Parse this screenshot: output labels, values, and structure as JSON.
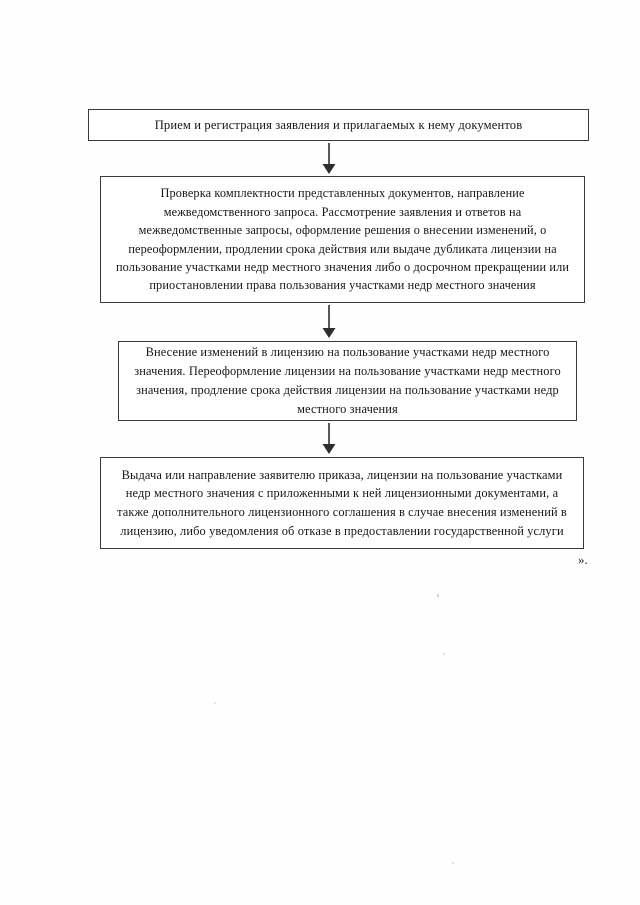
{
  "document": {
    "language": "ru",
    "background_color": "#ffffff",
    "ink_color": "#1b1b1b",
    "closing_mark": "»."
  },
  "flowchart": {
    "type": "flowchart",
    "orientation": "vertical",
    "node_count": 4,
    "connector_count": 3,
    "nodes": [
      {
        "id": "box-1",
        "order": 1,
        "text": "Прием и регистрация заявления и прилагаемых к нему документов"
      },
      {
        "id": "box-2",
        "order": 2,
        "text": "Проверка комплектности представленных документов, направление межведомственного запроса. Рассмотрение заявления и ответов на межведомственные запросы, оформление решения о внесении изменений, о переоформлении, продлении срока действия или выдаче дубликата лицензии на пользование участками недр местного значения либо о досрочном прекращении или приостановлении права пользования участками недр местного значения"
      },
      {
        "id": "box-3",
        "order": 3,
        "text": "Внесение изменений в лицензию на пользование участками недр местного значения. Переоформление лицензии на пользование участками недр местного значения, продление срока действия лицензии на пользование участками недр местного значения"
      },
      {
        "id": "box-4",
        "order": 4,
        "text": "Выдача или направление заявителю приказа, лицензии на пользование участками недр местного значения с приложенными к ней лицензионными документами, а также дополнительного лицензионного соглашения в случае внесения изменений в лицензию, либо уведомления об отказе в предоставлении государственной услуги"
      }
    ],
    "connectors": [
      {
        "id": "arrow-1",
        "from": "box-1",
        "to": "box-2",
        "icon": "arrow-down-icon"
      },
      {
        "id": "arrow-2",
        "from": "box-2",
        "to": "box-3",
        "icon": "arrow-down-icon"
      },
      {
        "id": "arrow-3",
        "from": "box-3",
        "to": "box-4",
        "icon": "arrow-down-icon"
      }
    ]
  }
}
